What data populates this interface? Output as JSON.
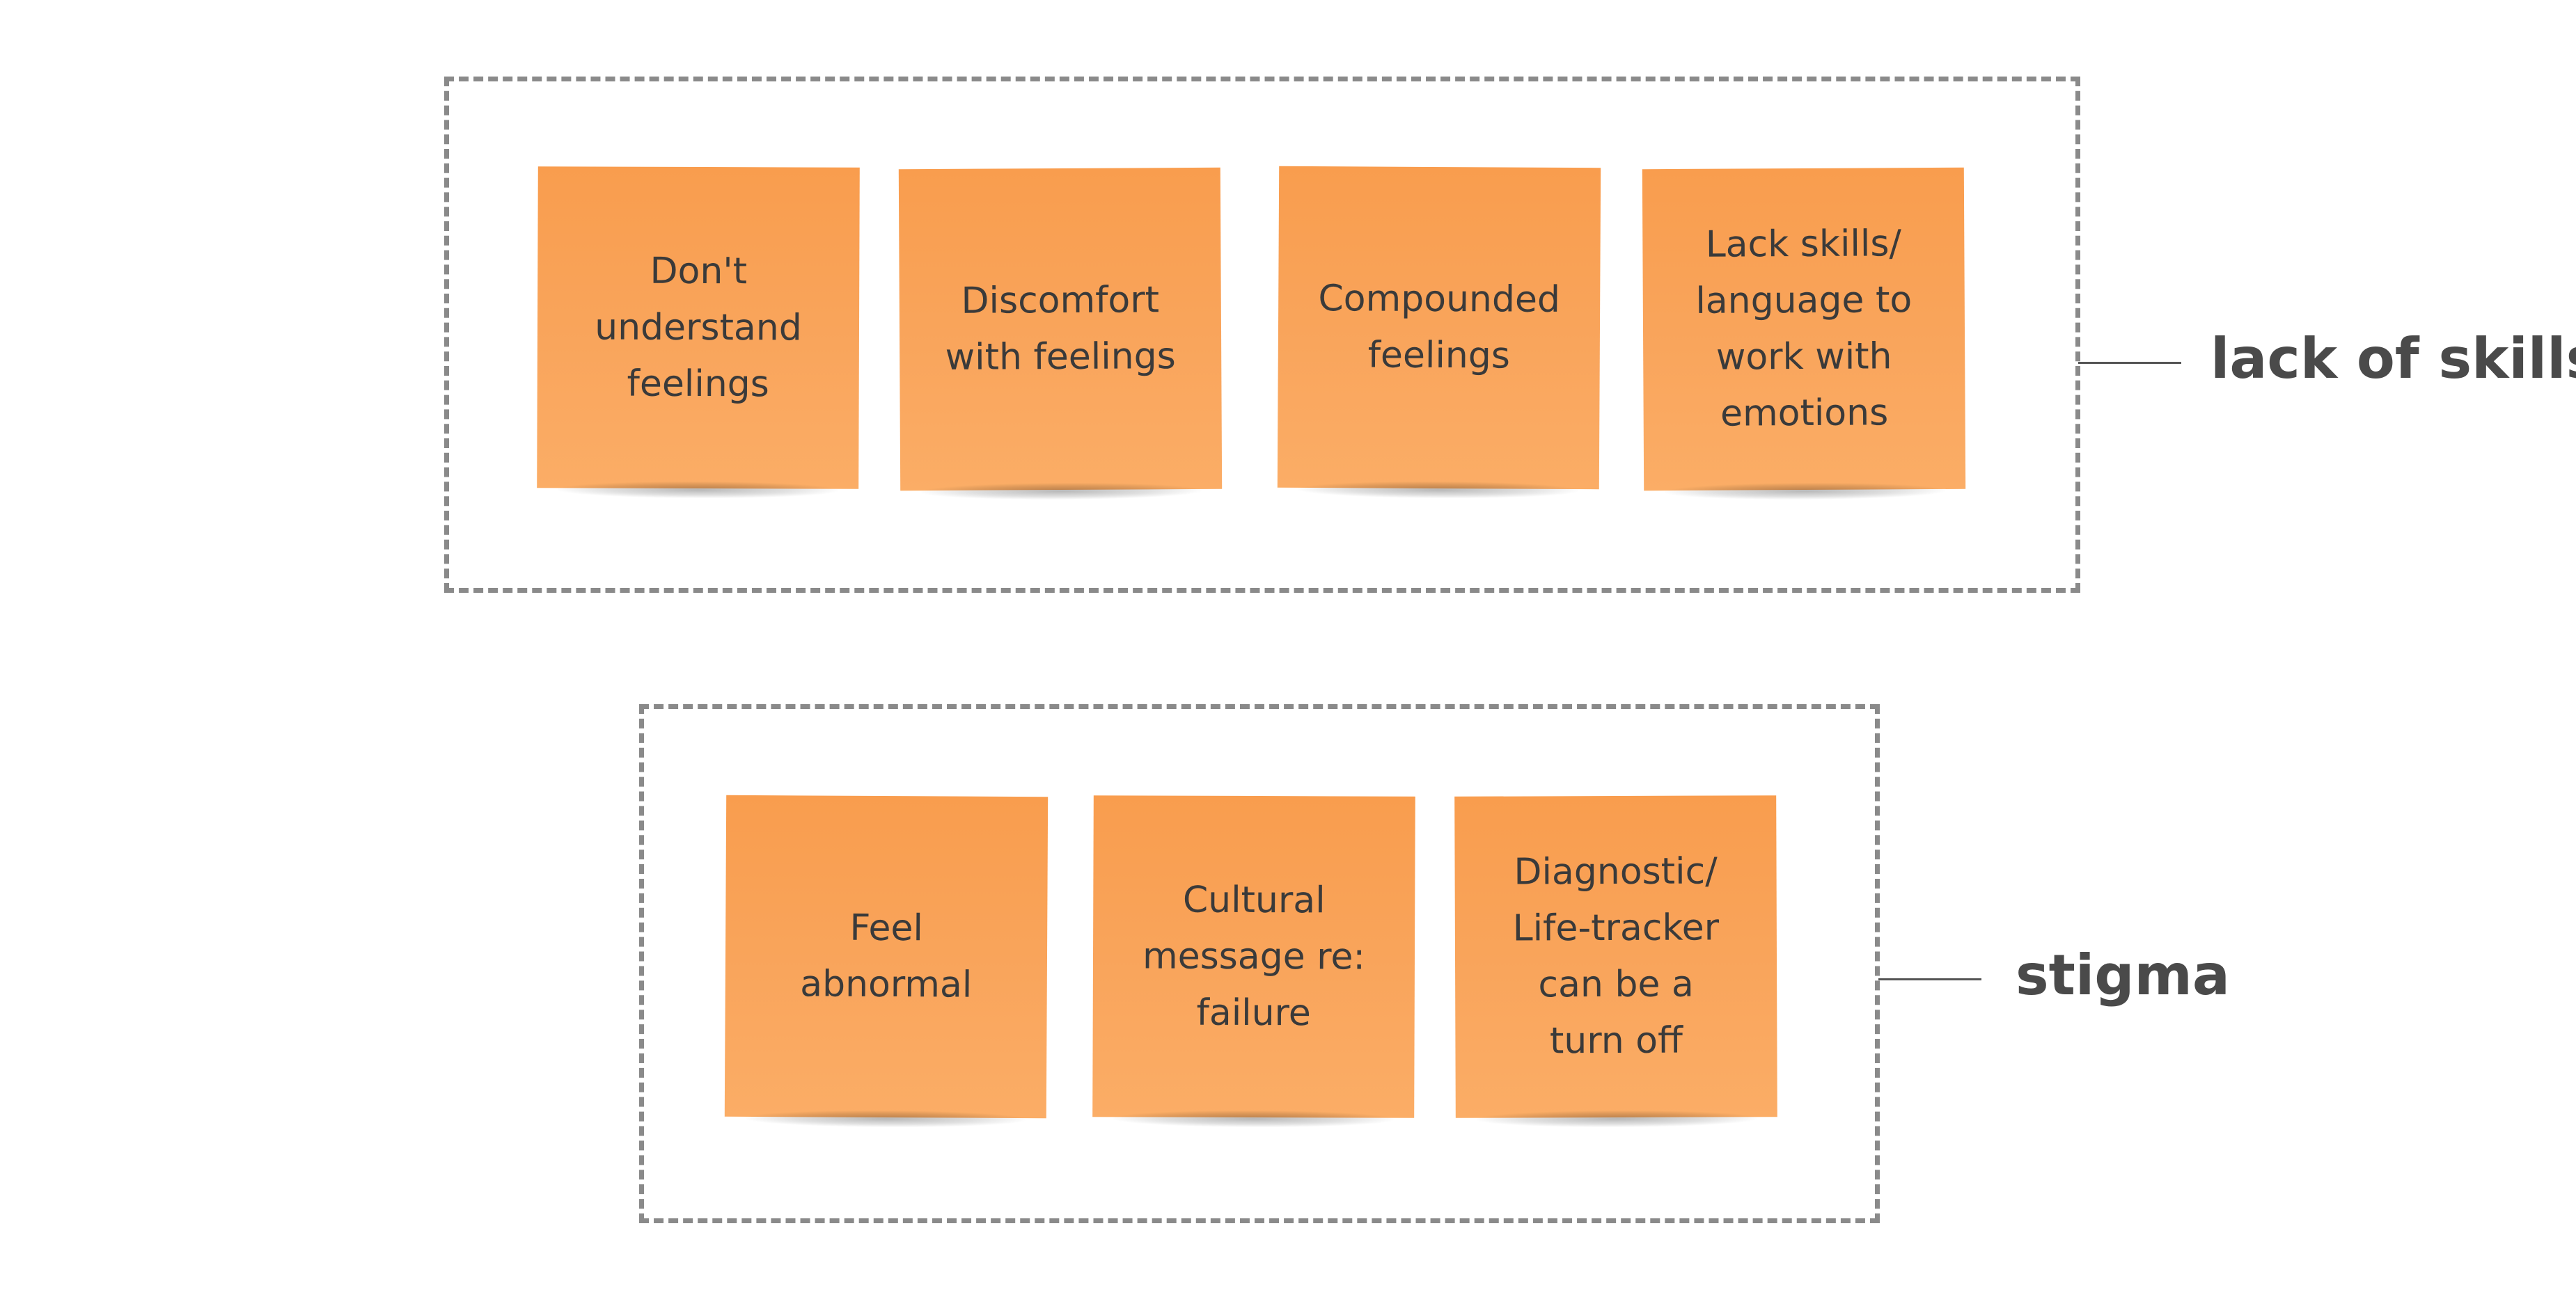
{
  "groups": [
    {
      "label": "lack of skills",
      "notes": [
        "Don't\nunderstand\nfeelings",
        "Discomfort\nwith feelings",
        "Compounded\nfeelings",
        "Lack skills/\nlanguage to\nwork with\nemotions"
      ]
    },
    {
      "label": "stigma",
      "notes": [
        "Feel\nabnormal",
        "Cultural\nmessage re:\nfailure",
        "Diagnostic/\nLife-tracker\ncan be a\nturn off"
      ]
    }
  ],
  "colors": {
    "note": "#f9a257",
    "frame_border": "#8a8a8a",
    "label_text": "#4a4a4a",
    "note_text": "#3a3a3a"
  }
}
